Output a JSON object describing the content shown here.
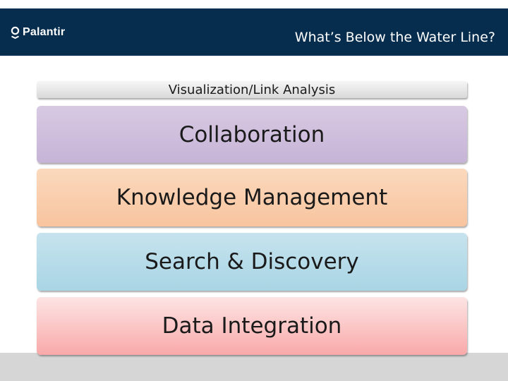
{
  "header": {
    "logo_text": "Palantir",
    "title": "What’s Below the Water Line?"
  },
  "layers": [
    "Visualization/Link Analysis",
    "Collaboration",
    "Knowledge Management",
    "Search & Discovery",
    "Data Integration"
  ],
  "colors": {
    "header_bg": "#062d4e",
    "visualization": "#e6e6e6",
    "collaboration": "#cbbadb",
    "knowledge_management": "#f9cfad",
    "search_discovery": "#b2d9e7",
    "data_integration": "#fbb9b9"
  }
}
